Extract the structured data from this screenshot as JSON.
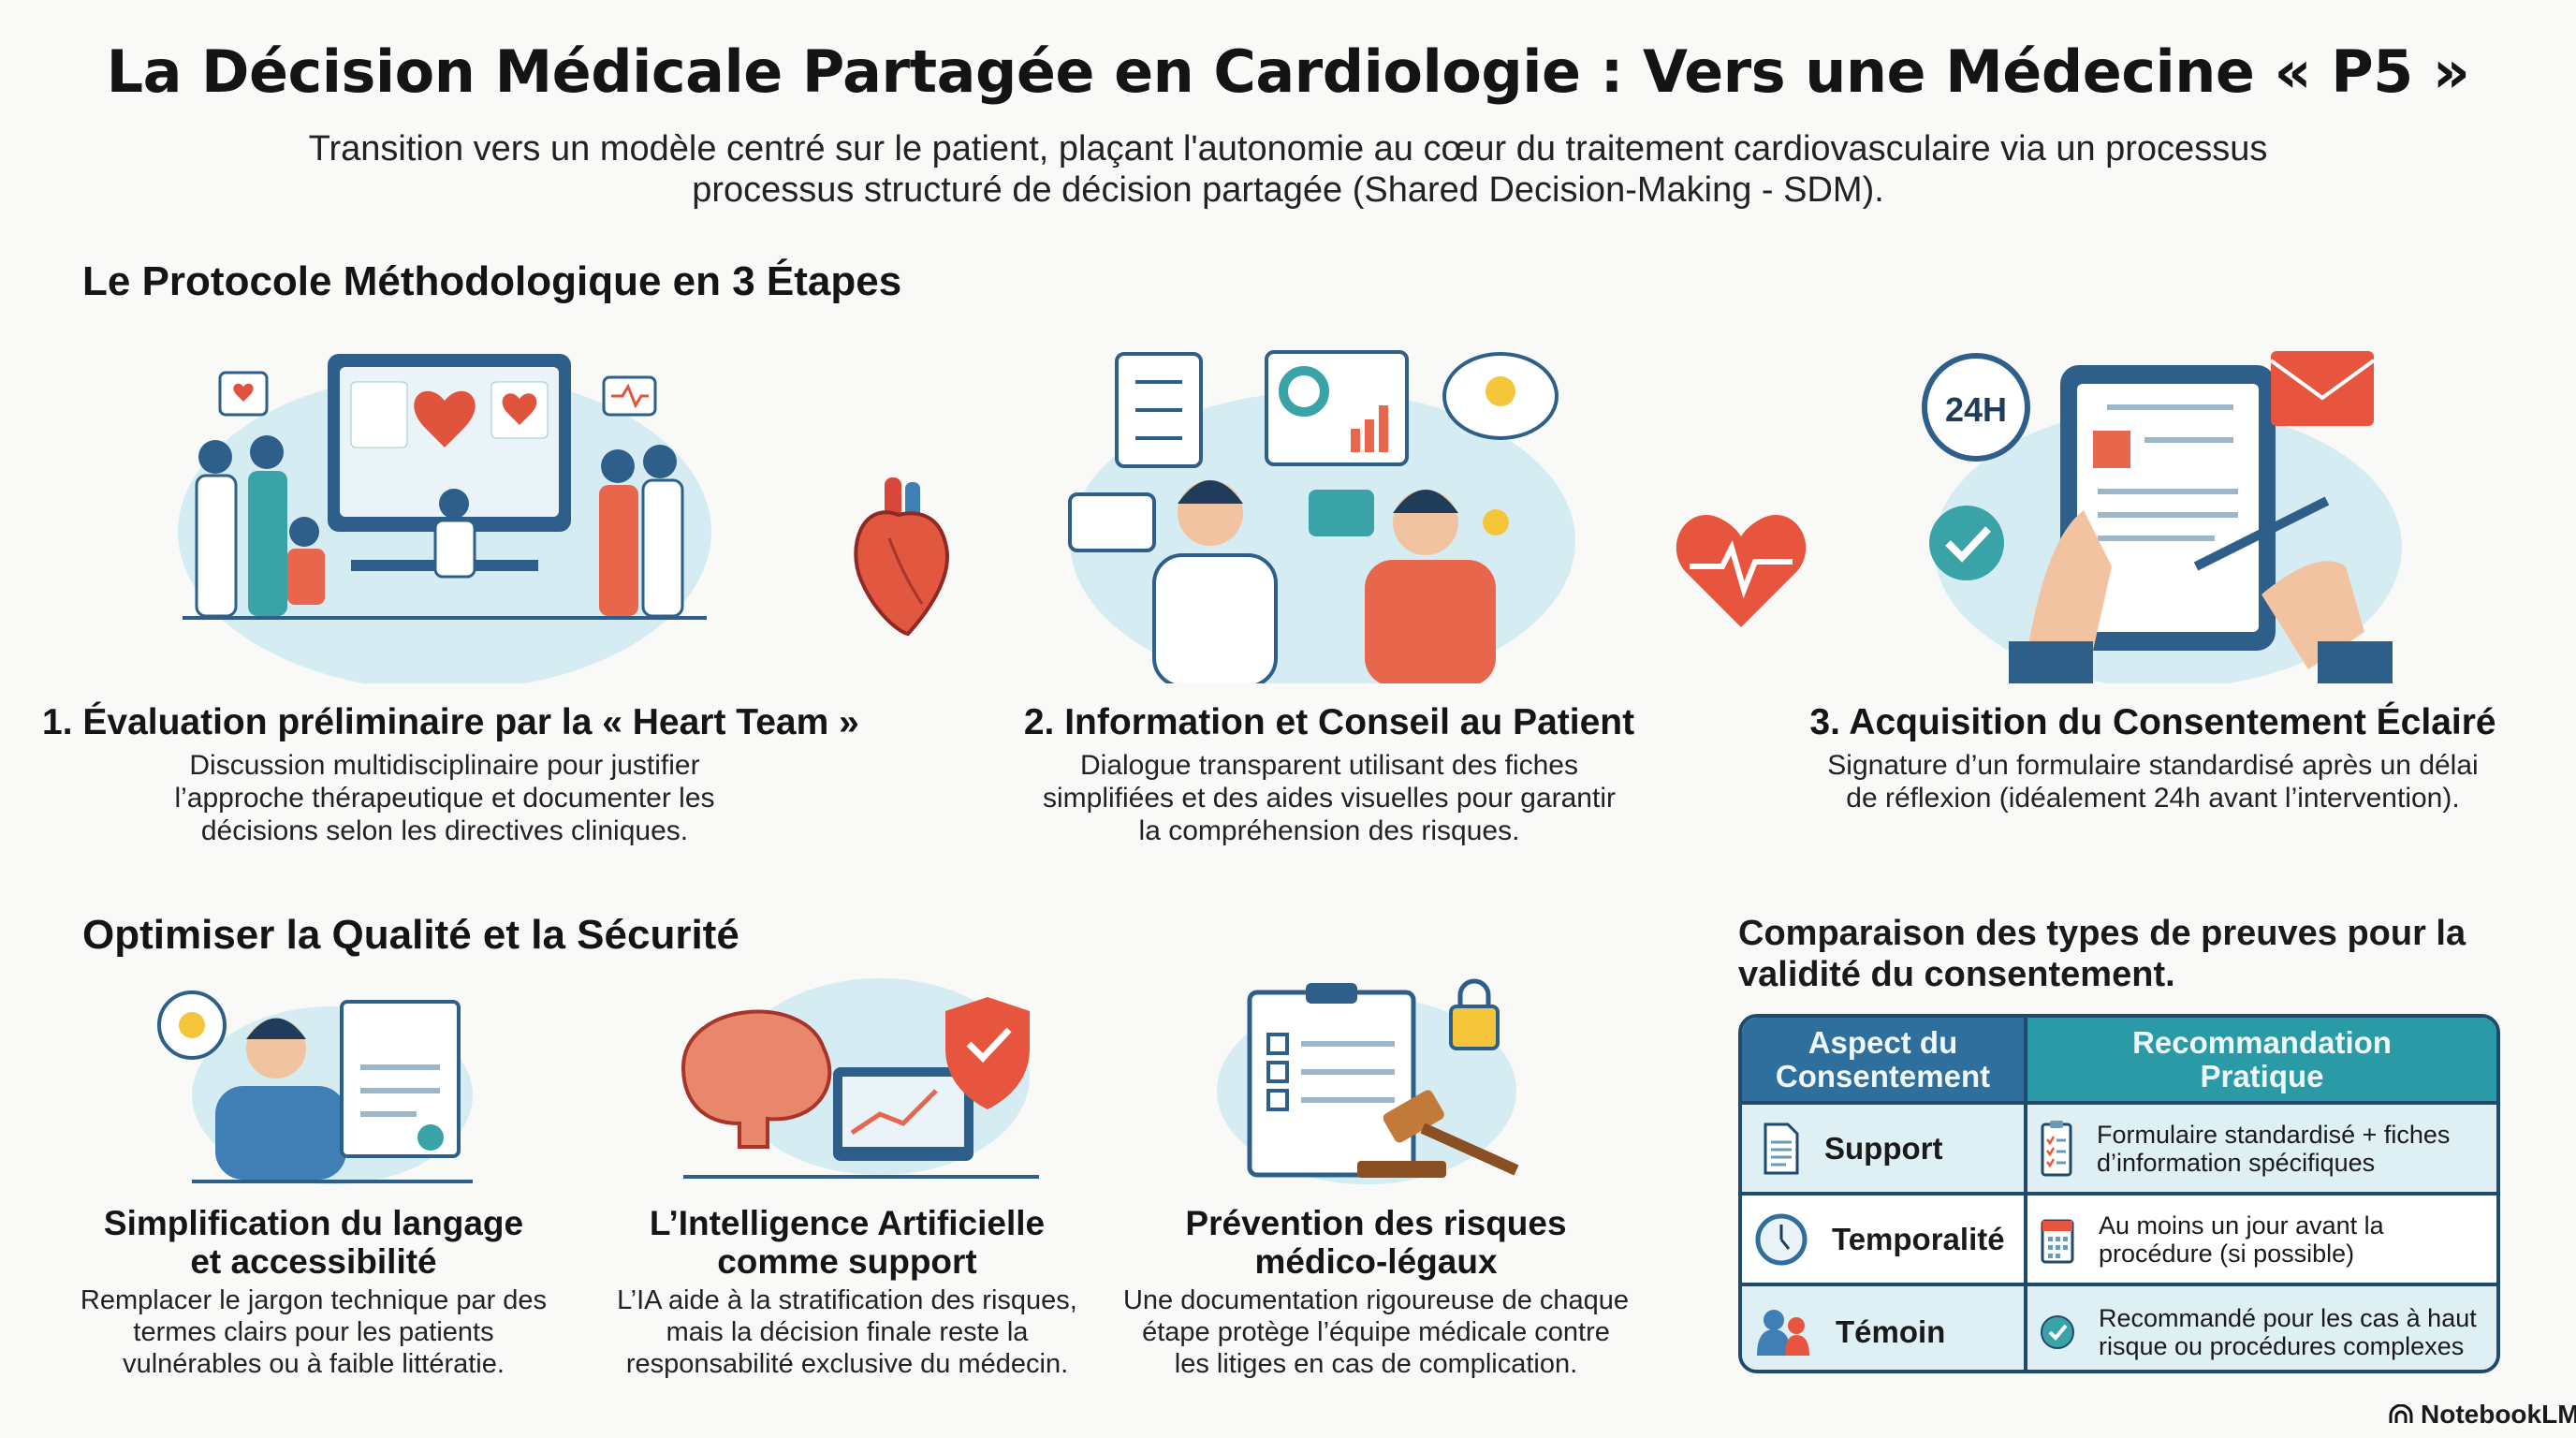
{
  "header": {
    "title": "La Décision Médicale Partagée en Cardiologie : Vers une Médecine « P5 »",
    "subtitle_line1": "Transition vers un modèle centré sur le patient, plaçant l'autonomie au cœur du traitement cardiovasculaire via un processus",
    "subtitle_line2": "processus structuré de décision partagée (Shared Decision-Making - SDM)."
  },
  "protocol": {
    "heading": "Le Protocole Méthodologique en 3 Étapes",
    "steps": [
      {
        "title": "1. Évaluation préliminaire par la « Heart Team »",
        "desc": [
          "Discussion multidisciplinaire pour justifier",
          "l’approche thérapeutique et documenter les",
          "décisions selon les directives cliniques."
        ]
      },
      {
        "title": "2. Information et Conseil au Patient",
        "desc": [
          "Dialogue transparent utilisant des fiches",
          "simplifiées et des aides visuelles pour garantir",
          "la compréhension des risques."
        ]
      },
      {
        "title": "3. Acquisition du Consentement Éclairé",
        "desc": [
          "Signature d’un formulaire standardisé après un délai",
          "de réflexion (idéalement 24h avant l’intervention)."
        ],
        "badge": "24H"
      }
    ]
  },
  "quality": {
    "heading": "Optimiser la Qualité et la Sécurité",
    "items": [
      {
        "title": [
          "Simplification du langage",
          "et accessibilité"
        ],
        "desc": [
          "Remplacer le jargon technique par des",
          "termes clairs pour les patients",
          "vulnérables ou à faible littératie."
        ]
      },
      {
        "title": [
          "L’Intelligence Artificielle",
          "comme support"
        ],
        "desc": [
          "L’IA aide à la stratification des risques,",
          "mais la décision finale reste la",
          "responsabilité exclusive du médecin."
        ]
      },
      {
        "title": [
          "Prévention des risques",
          "médico-légaux"
        ],
        "desc": [
          "Une documentation rigoureuse de chaque",
          "étape protège l’équipe médicale contre",
          "les litiges en cas de complication."
        ]
      }
    ]
  },
  "comparison": {
    "heading_line1": "Comparaison des types de preuves pour la",
    "heading_line2": "validité du consentement.",
    "headers": [
      [
        "Aspect du",
        "Consentement"
      ],
      [
        "Recommandation",
        "Pratique"
      ]
    ],
    "rows": [
      {
        "aspect": "Support",
        "icon": "document-icon",
        "reco": [
          "Formulaire standardisé + fiches",
          "d’information spécifiques"
        ],
        "reco_icon": "clipboard-icon"
      },
      {
        "aspect": "Temporalité",
        "icon": "clock-icon",
        "reco": [
          "Au moins un jour avant la",
          "procédure (si possible)"
        ],
        "reco_icon": "calendar-icon"
      },
      {
        "aspect": "Témoin",
        "icon": "people-icon",
        "reco": [
          "Recommandé pour les cas à haut",
          "risque ou procédures complexes"
        ],
        "reco_icon": "check-circle-icon"
      }
    ]
  },
  "colors": {
    "header_blue": "#2f6f9e",
    "header_teal": "#2a9aa6",
    "row_tint": "#dff0f4",
    "accent_red": "#e8543e",
    "border": "#1f4a6e"
  },
  "footer": {
    "brand": "NotebookLM"
  }
}
